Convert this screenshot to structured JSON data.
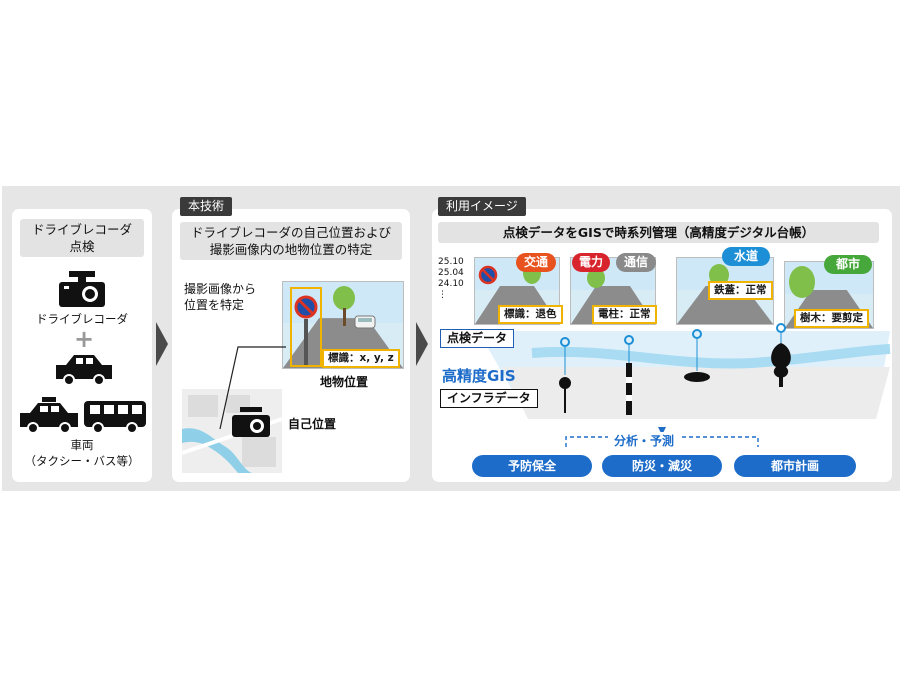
{
  "section1": {
    "header": [
      "ドライブレコーダ",
      "点検"
    ],
    "drive_recorder_label": "ドライブレコーダ",
    "plus": "+",
    "vehicle_label": "車両",
    "vehicle_sub": "（タクシー・バス等）"
  },
  "section2": {
    "tag": "本技術",
    "header": [
      "ドライブレコーダの自己位置および",
      "撮影画像内の地物位置の特定"
    ],
    "photo_note": [
      "撮影画像から",
      "位置を特定"
    ],
    "coord_label": "標識：x, y, z",
    "feature_position": "地物位置",
    "self_position": "自己位置"
  },
  "section3": {
    "tag": "利用イメージ",
    "header": "点検データをGISで時系列管理（高精度デジタル台帳）",
    "dates": [
      "25.10",
      "25.04",
      "24.10",
      "⋮"
    ],
    "cards": [
      {
        "bubble": "交通",
        "bubble_color": "#e8521e",
        "label": "標識：退色"
      },
      {
        "bubble": "電力",
        "bubble_color": "#d8242c",
        "bubble2": "通信",
        "bubble2_color": "#8a8a8a",
        "label": "電柱：正常"
      },
      {
        "bubble": "水道",
        "bubble_color": "#1d8fd6",
        "label": "鉄蓋：正常"
      },
      {
        "bubble": "都市",
        "bubble_color": "#46a83a",
        "label": "樹木：要剪定"
      }
    ],
    "inspection_data": "点検データ",
    "gis_label": "高精度GIS",
    "infra_data": "インフラデータ",
    "analysis": "分析・予測",
    "outcomes": [
      "予防保全",
      "防災・減災",
      "都市計画"
    ],
    "brand_blue": "#1e6cc9"
  }
}
